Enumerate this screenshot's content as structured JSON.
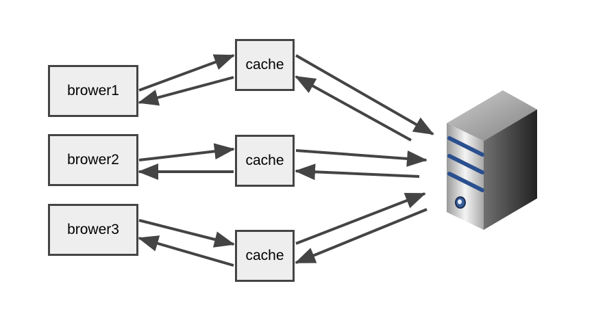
{
  "browsers": [
    {
      "label": "brower1"
    },
    {
      "label": "brower2"
    },
    {
      "label": "brower3"
    }
  ],
  "caches": [
    {
      "label": "cache"
    },
    {
      "label": "cache"
    },
    {
      "label": "cache"
    }
  ],
  "server": {
    "icon": "server-icon"
  },
  "colors": {
    "box_fill": "#eeeeee",
    "box_border": "#444444",
    "arrow": "#444444",
    "server_stripe": "#2a4f8f"
  }
}
